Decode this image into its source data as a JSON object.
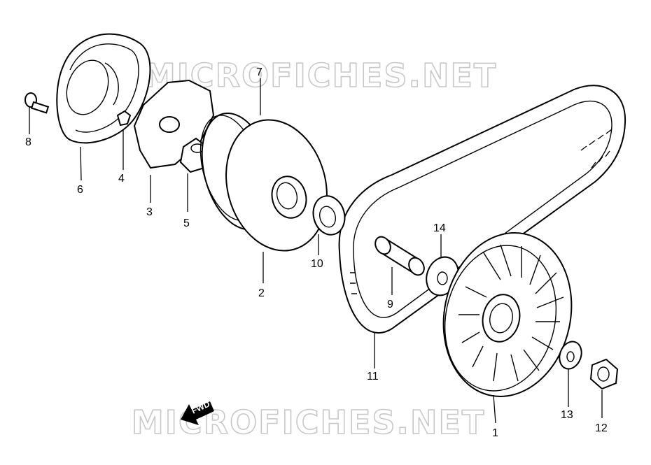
{
  "watermark_top": "MICROFICHES.NET",
  "watermark_bottom": "MICROFICHES.NET",
  "fwd_label": "FWD",
  "callouts": {
    "p1": "1",
    "p2": "2",
    "p3": "3",
    "p4": "4",
    "p5": "5",
    "p6": "6",
    "p7": "7",
    "p8": "8",
    "p9": "9",
    "p10": "10",
    "p11": "11",
    "p12": "12",
    "p13": "13",
    "p14": "14"
  }
}
